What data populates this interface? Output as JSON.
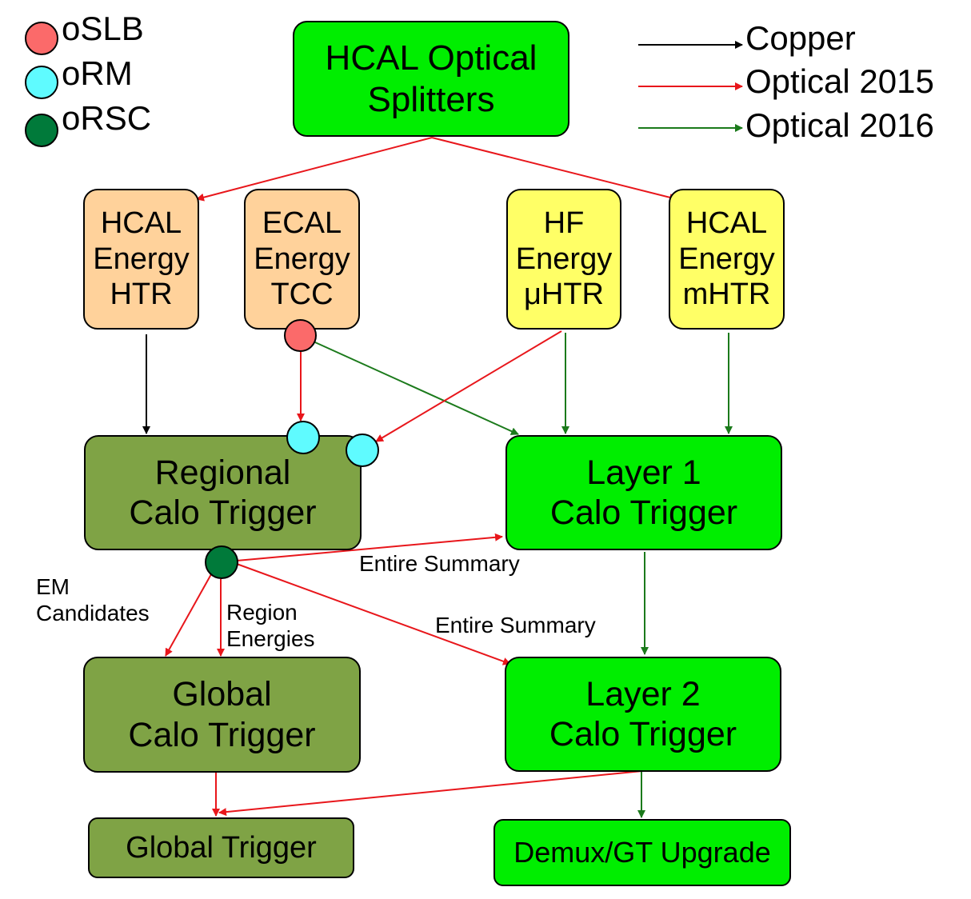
{
  "colors": {
    "copper": "#000000",
    "optical_2015": "#e8161b",
    "optical_2016": "#1b7a1b",
    "oSLB": "#fb6a6a",
    "oRM": "#5ffbff",
    "oRSC": "#007a3a",
    "bright_green_box": "#00ee00",
    "olive_box": "#7fa345",
    "orange_box": "#ffd29b",
    "yellow_box": "#ffff66"
  },
  "legend_nodes": [
    {
      "label": "oSLB",
      "color_key": "oSLB"
    },
    {
      "label": "oRM",
      "color_key": "oRM"
    },
    {
      "label": "oRSC",
      "color_key": "oRSC"
    }
  ],
  "legend_lines": [
    {
      "label": "Copper",
      "color_key": "copper"
    },
    {
      "label": "Optical 2015",
      "color_key": "optical_2015"
    },
    {
      "label": "Optical 2016",
      "color_key": "optical_2016"
    }
  ],
  "boxes": {
    "splitters": {
      "lines": [
        "HCAL Optical",
        "Splitters"
      ]
    },
    "hcal_htr": {
      "lines": [
        "HCAL",
        "Energy",
        "HTR"
      ]
    },
    "ecal_tcc": {
      "lines": [
        "ECAL",
        "Energy",
        "TCC"
      ]
    },
    "hf_uhtr": {
      "lines": [
        "HF",
        "Energy",
        "μHTR"
      ]
    },
    "hcal_mhtr": {
      "lines": [
        "HCAL",
        "Energy",
        "mHTR"
      ]
    },
    "regional": {
      "lines": [
        "Regional",
        "Calo Trigger"
      ]
    },
    "layer1": {
      "lines": [
        "Layer 1",
        "Calo Trigger"
      ]
    },
    "global_calo": {
      "lines": [
        "Global",
        "Calo Trigger"
      ]
    },
    "layer2": {
      "lines": [
        "Layer 2",
        "Calo Trigger"
      ]
    },
    "global_trigger": {
      "lines": [
        "Global Trigger"
      ]
    },
    "demux": {
      "lines": [
        "Demux/GT Upgrade"
      ]
    }
  },
  "edge_labels": {
    "entire_summary_1": "Entire Summary",
    "entire_summary_2": "Entire Summary",
    "em_candidates": [
      "EM",
      "Candidates"
    ],
    "region_energies": [
      "Region",
      "Energies"
    ]
  },
  "connections": [
    {
      "from": "splitters",
      "to": "hcal_htr",
      "type": "optical_2015"
    },
    {
      "from": "splitters",
      "to": "hcal_mhtr",
      "type": "optical_2015"
    },
    {
      "from": "hcal_htr",
      "to": "regional",
      "type": "copper"
    },
    {
      "from": "ecal_tcc",
      "to": "regional",
      "type": "optical_2015"
    },
    {
      "from": "ecal_tcc",
      "to": "layer1",
      "type": "optical_2016"
    },
    {
      "from": "hf_uhtr",
      "to": "regional",
      "type": "optical_2015"
    },
    {
      "from": "hf_uhtr",
      "to": "layer1",
      "type": "optical_2016"
    },
    {
      "from": "hcal_mhtr",
      "to": "layer1",
      "type": "optical_2016"
    },
    {
      "from": "regional",
      "to": "layer1",
      "type": "optical_2015",
      "label": "Entire Summary"
    },
    {
      "from": "regional",
      "to": "layer2",
      "type": "optical_2015",
      "label": "Entire Summary"
    },
    {
      "from": "regional",
      "to": "global_calo",
      "type": "optical_2015",
      "label": "EM Candidates"
    },
    {
      "from": "regional",
      "to": "global_calo",
      "type": "optical_2015",
      "label": "Region Energies"
    },
    {
      "from": "layer1",
      "to": "layer2",
      "type": "optical_2016"
    },
    {
      "from": "global_calo",
      "to": "global_trigger",
      "type": "optical_2015"
    },
    {
      "from": "layer2",
      "to": "global_trigger",
      "type": "optical_2015"
    },
    {
      "from": "layer2",
      "to": "demux",
      "type": "optical_2016"
    }
  ]
}
